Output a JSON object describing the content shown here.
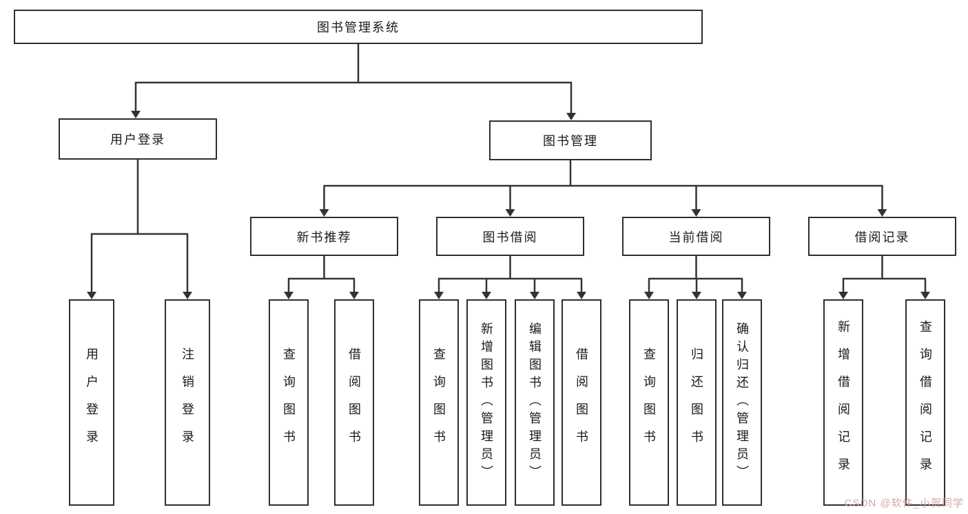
{
  "diagram": {
    "root": {
      "label": "图书管理系统"
    },
    "branches": [
      {
        "label": "用户登录",
        "children": [
          {
            "label": "用户登录"
          },
          {
            "label": "注销登录"
          }
        ]
      },
      {
        "label": "图书管理",
        "children": [
          {
            "label": "新书推荐",
            "children": [
              {
                "label": "查询图书"
              },
              {
                "label": "借阅图书"
              }
            ]
          },
          {
            "label": "图书借阅",
            "children": [
              {
                "label": "查询图书"
              },
              {
                "label": "新增图书（管理员）"
              },
              {
                "label": "编辑图书（管理员）"
              },
              {
                "label": "借阅图书"
              }
            ]
          },
          {
            "label": "当前借阅",
            "children": [
              {
                "label": "查询图书"
              },
              {
                "label": "归还图书"
              },
              {
                "label": "确认归还（管理员）"
              }
            ]
          },
          {
            "label": "借阅记录",
            "children": [
              {
                "label": "新增借阅记录"
              },
              {
                "label": "查询借阅记录"
              }
            ]
          }
        ]
      }
    ]
  },
  "colors": {
    "line": "#333333",
    "border": "#2e2e2e",
    "watermark": "#d2a9a9"
  },
  "watermark": {
    "text": "CSDN @软件_小贺同学"
  }
}
